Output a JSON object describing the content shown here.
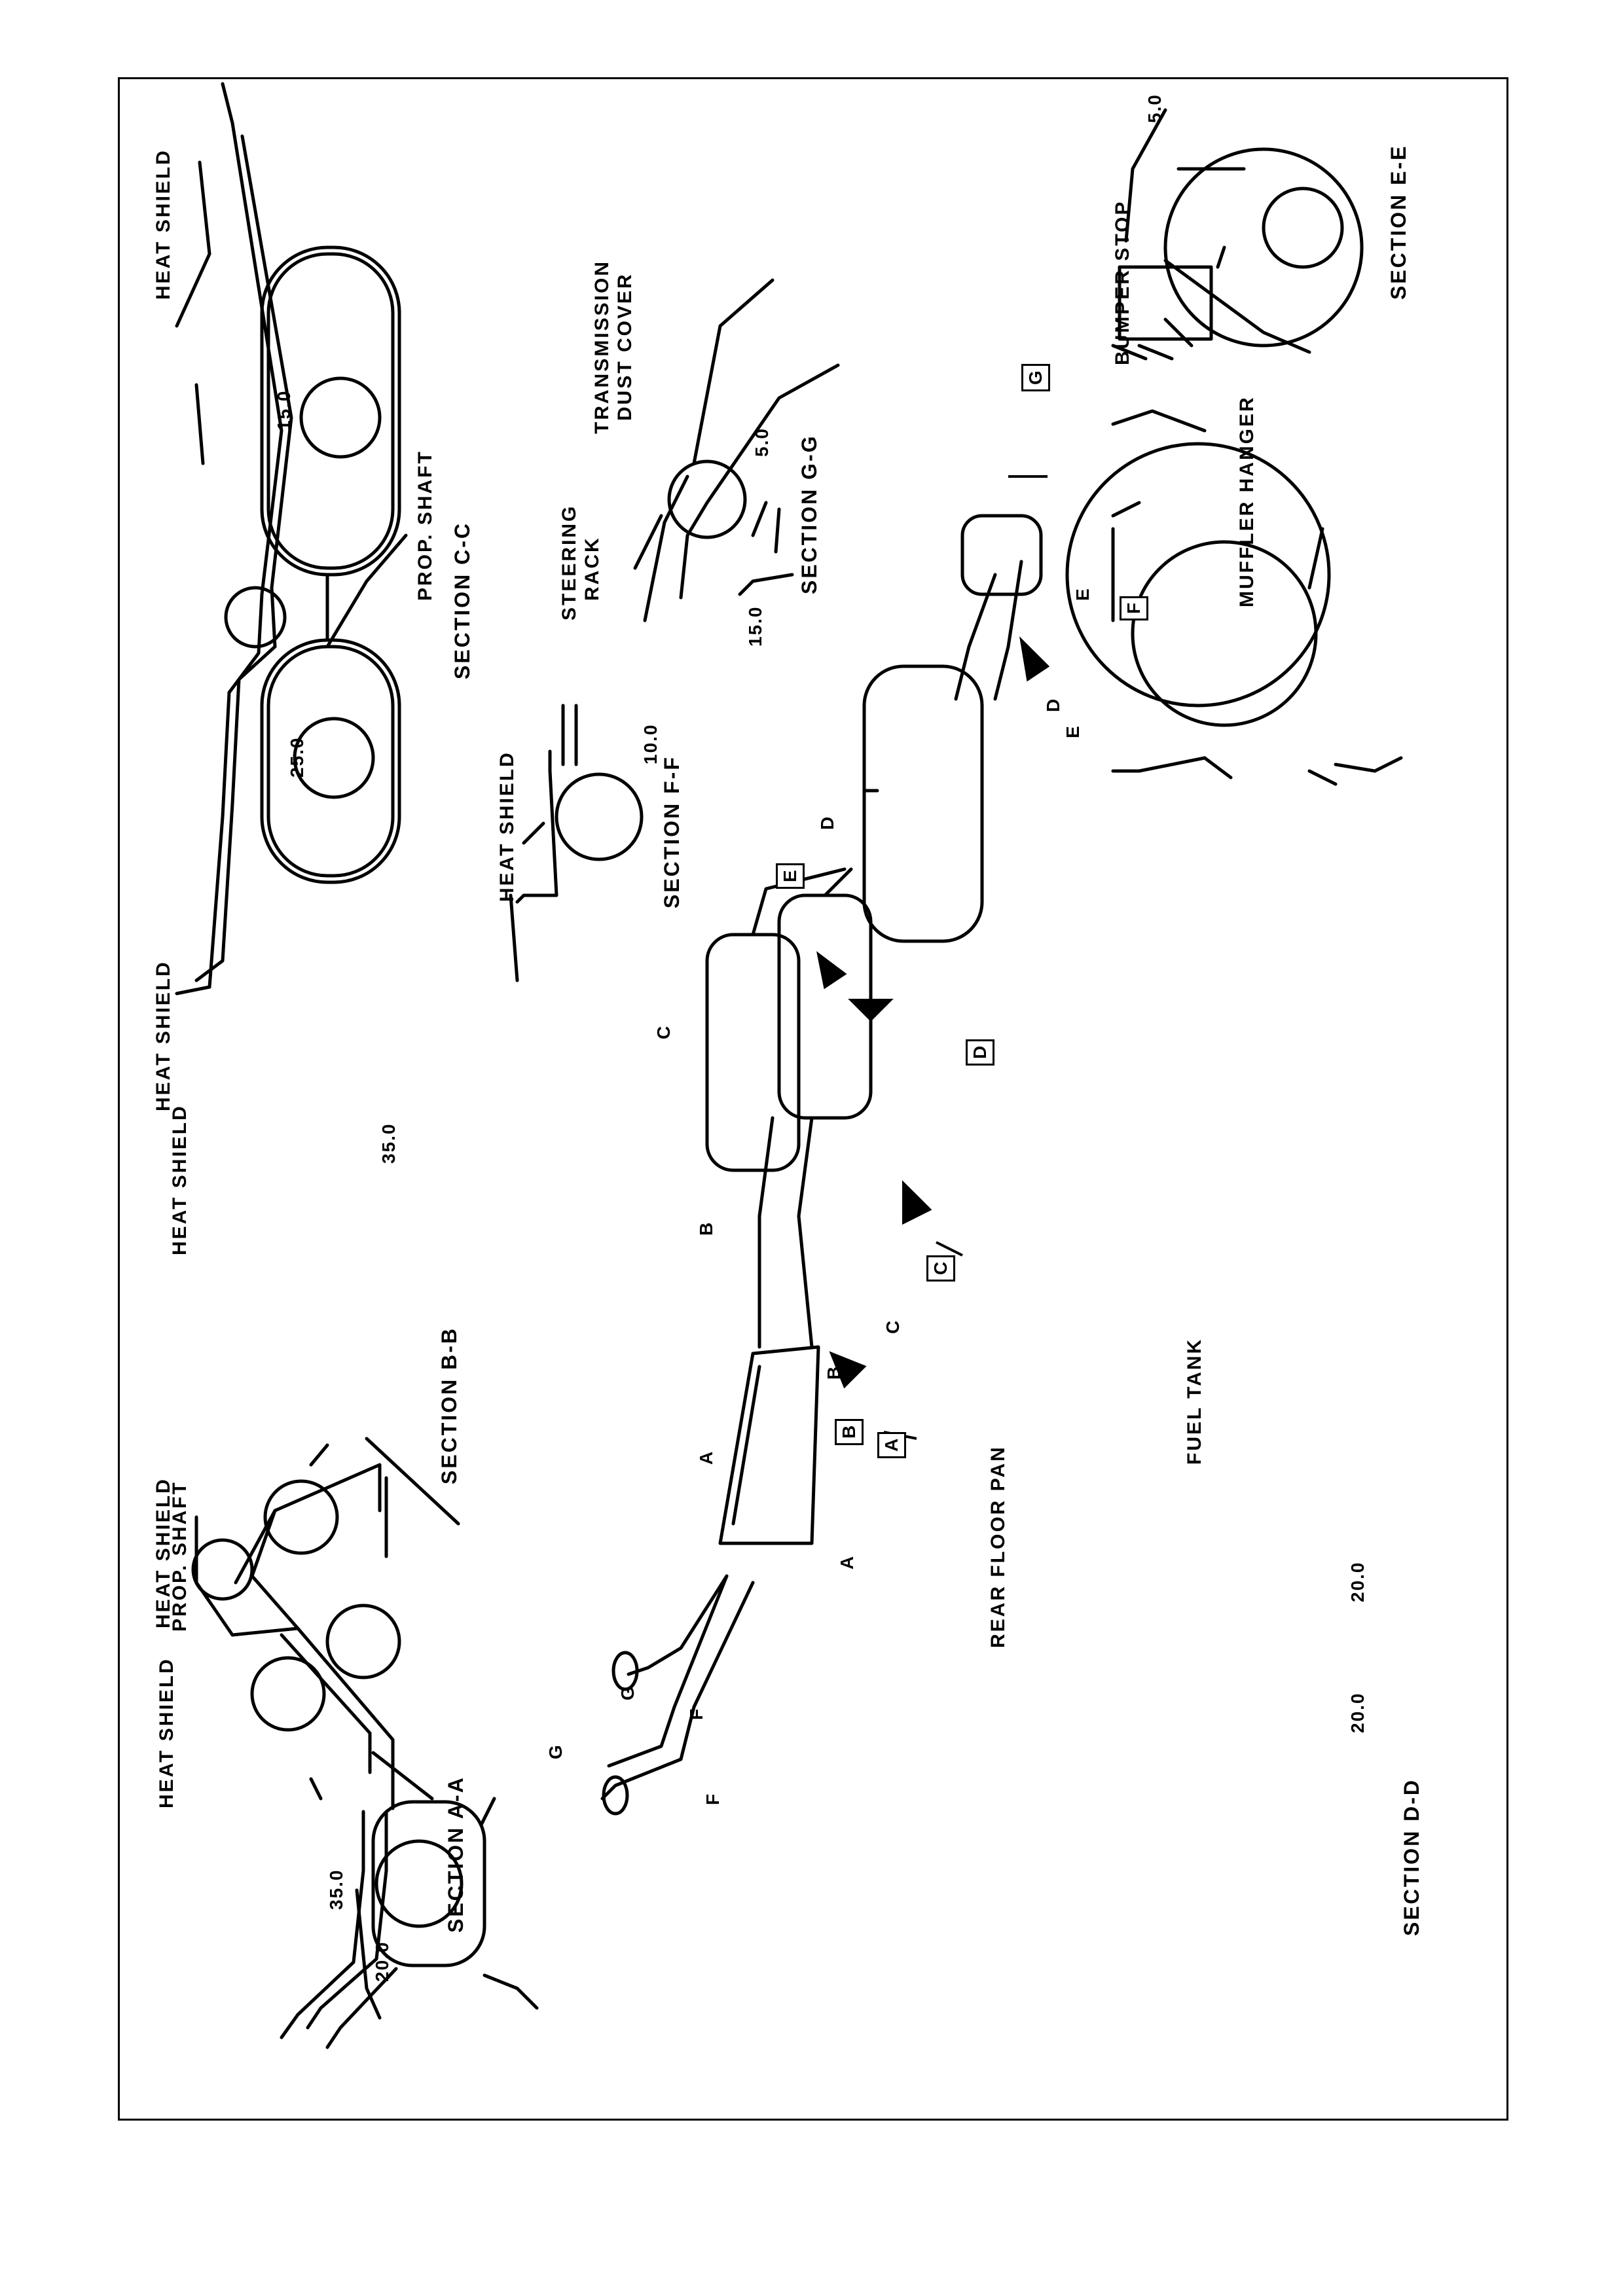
{
  "labels": {
    "section_aa": "SECTION A-A",
    "section_bb": "SECTION B-B",
    "section_cc": "SECTION C-C",
    "section_dd": "SECTION D-D",
    "section_ee": "SECTION E-E",
    "section_ff": "SECTION F-F",
    "section_gg": "SECTION G-G",
    "heat_shield": "HEAT SHIELD",
    "prop_shaft": "PROP. SHAFT",
    "transmission": "TRANSMISSION",
    "dust_cover": "DUST COVER",
    "steering": "STEERING",
    "rack": "RACK",
    "bumper_stop": "BUMPER STOP",
    "muffler_hanger": "MUFFLER HANGER",
    "fuel_tank": "FUEL TANK",
    "rear_floor_pan": "REAR FLOOR PAN"
  },
  "dimensions": {
    "aa_20": "20.0",
    "bb_35a": "35.0",
    "bb_35b": "35.0",
    "cc_15": "15.0",
    "cc_25": "25.0",
    "ff_10": "10.0",
    "gg_5": "5.0",
    "gg_15": "15.0",
    "ee_5": "5.0",
    "dd_20a": "20.0",
    "dd_20b": "20.0"
  },
  "view_markers": [
    "A",
    "B",
    "C",
    "D",
    "E",
    "F",
    "G"
  ],
  "callouts": {
    "a": "A",
    "b": "B",
    "c": "C",
    "d": "D",
    "e": "E",
    "f": "F",
    "g": "G"
  }
}
